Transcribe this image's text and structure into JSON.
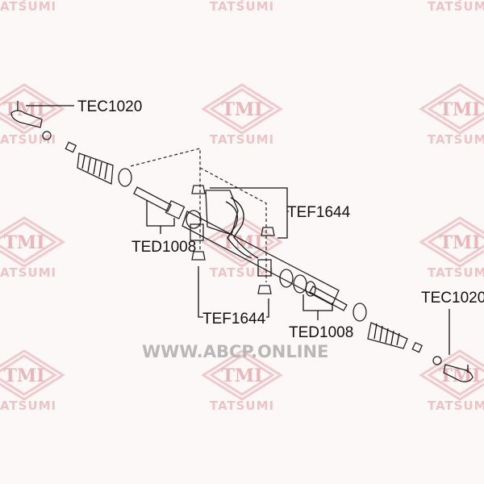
{
  "watermark": {
    "logo": "TMI",
    "brand": "TATSUMI",
    "site": "WWW.ABCP.ONLINE",
    "color": "#e9b7ba"
  },
  "labels": {
    "tie_rod_end_left": "TEC1020",
    "tie_rod_end_right": "TEC1020",
    "inner_rod_left": "TED1008",
    "inner_rod_right": "TED1008",
    "bushing_top": "TEF1644",
    "bushing_bottom": "TEF1644"
  }
}
